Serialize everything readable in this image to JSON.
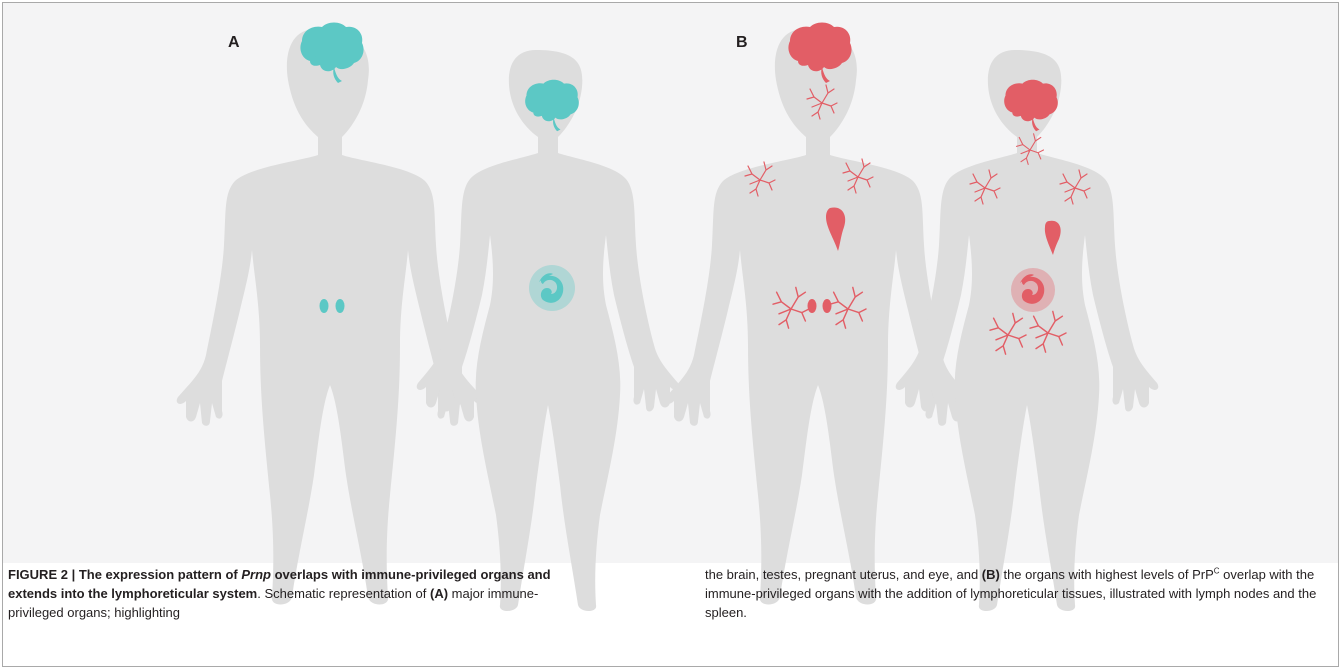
{
  "panels": [
    {
      "label": "A",
      "highlight_color": "#5cc8c5"
    },
    {
      "label": "B",
      "highlight_color": "#e25e66"
    }
  ],
  "caption": {
    "figure_label": "FIGURE 2 | The expression pattern of",
    "gene": "Prnp",
    "title_rest": "overlaps with immune-privileged organs and extends into the lymphoreticular system",
    "title_end": ".",
    "p1": "Schematic representation of",
    "ref_a": "(A)",
    "p2": "major immune-privileged organs; highlighting the brain, testes, pregnant uterus, and eye, and",
    "ref_b": "(B)",
    "p3": "the organs with highest levels of PrP",
    "sup": "C",
    "p4": "overlap with the immune-privileged organs with the addition of lymphoreticular tissues, illustrated with lymph nodes and the spleen."
  },
  "colors": {
    "silhouette": "#dddddd",
    "background": "#f4f4f5"
  }
}
